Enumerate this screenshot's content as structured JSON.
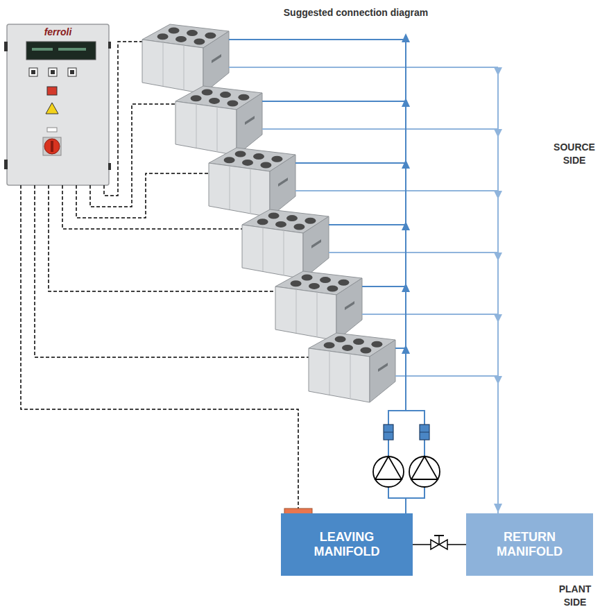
{
  "diagram": {
    "title": "Suggested connection diagram",
    "nodes": [
      {
        "text": [
          "ferroli"
        ]
      },
      {
        "text": [
          "LEAVING MANIFOLD"
        ]
      },
      {
        "text": [
          "RETURN MANIFOLD"
        ]
      }
    ],
    "edges": [
      {
        "from": 1,
        "to": 2,
        "arrow": "none"
      }
    ],
    "labels": [
      "SOURCE SIDE",
      "PLANT SIDE"
    ]
  }
}
